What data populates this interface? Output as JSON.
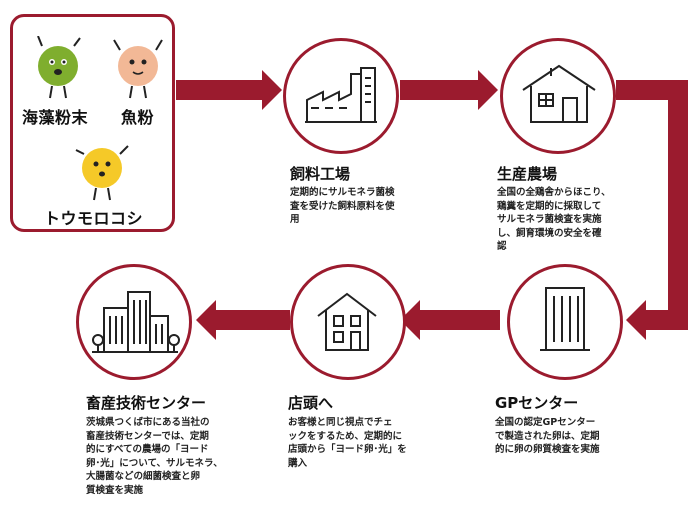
{
  "colors": {
    "accent": "#9b1b2e",
    "mascot_green": "#7fae2e",
    "mascot_pink": "#f2b896",
    "mascot_yellow": "#f5c928"
  },
  "ingredients": [
    {
      "label": "海藻粉末",
      "icon": "seaweed-mascot-icon"
    },
    {
      "label": "魚粉",
      "icon": "fishmeal-mascot-icon"
    },
    {
      "label": "トウモロコシ",
      "icon": "corn-mascot-icon"
    }
  ],
  "steps": {
    "feed_factory": {
      "title": "飼料工場",
      "desc_lines": [
        "定期的にサルモネラ菌検",
        "査を受けた飼料原料を使",
        "用"
      ],
      "icon": "factory-icon"
    },
    "production_farm": {
      "title": "生産農場",
      "desc_lines": [
        "全国の全鶏舎からほこり、",
        "鶏糞を定期的に採取して",
        "サルモネラ菌検査を実施",
        "し、飼育環境の安全を確",
        "認"
      ],
      "icon": "farmhouse-icon"
    },
    "gp_center": {
      "title": "GPセンター",
      "desc_lines": [
        "全国の認定GPセンター",
        "で製造された卵は、定期",
        "的に卵の卵質検査を実施"
      ],
      "icon": "building-icon"
    },
    "store": {
      "title": "店頭へ",
      "desc_lines": [
        "お客様と同じ視点でチェ",
        "ックをするため、定期的に",
        "店頭から「ヨード卵･光」を",
        "購入"
      ],
      "icon": "house-icon"
    },
    "tech_center": {
      "title": "畜産技術センター",
      "desc_lines": [
        "茨城県つくば市にある当社の",
        "畜産技術センターでは、定期",
        "的にすべての農場の「ヨード",
        "卵･光」について、サルモネラ、",
        "大腸菌などの細菌検査と卵",
        "質検査を実施"
      ],
      "icon": "campus-icon"
    }
  }
}
